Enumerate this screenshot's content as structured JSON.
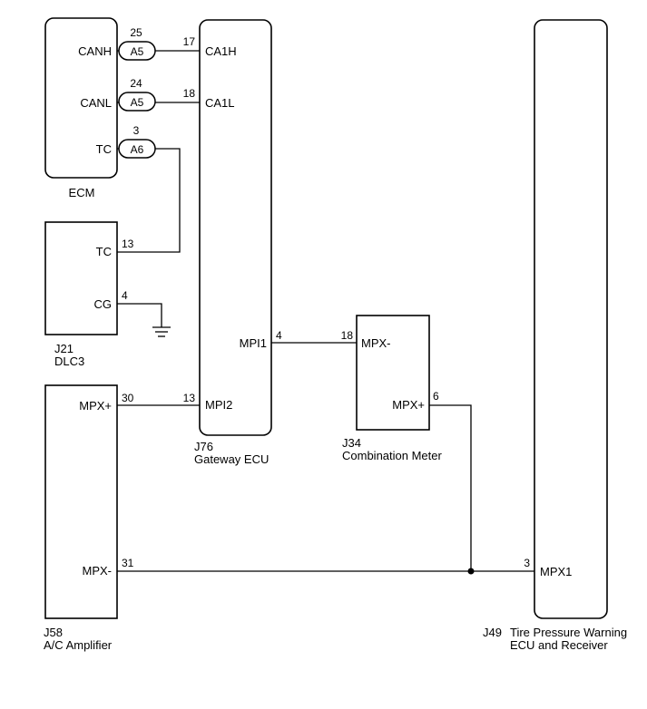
{
  "ecm": {
    "name": "ECM",
    "pins": {
      "canh": "CANH",
      "canl": "CANL",
      "tc": "TC"
    },
    "connectors": {
      "canh": {
        "id": "A5",
        "pin": "25"
      },
      "canl": {
        "id": "A5",
        "pin": "24"
      },
      "tc": {
        "id": "A6",
        "pin": "3"
      }
    }
  },
  "gateway": {
    "code": "J76",
    "name": "Gateway ECU",
    "pins": {
      "ca1h": {
        "label": "CA1H",
        "num": "17"
      },
      "ca1l": {
        "label": "CA1L",
        "num": "18"
      },
      "mpi1": {
        "label": "MPI1",
        "num": "4"
      },
      "mpi2": {
        "label": "MPI2",
        "num": "13"
      }
    }
  },
  "dlc3": {
    "code": "J21",
    "name": "DLC3",
    "pins": {
      "tc": {
        "label": "TC",
        "num": "13"
      },
      "cg": {
        "label": "CG",
        "num": "4"
      }
    }
  },
  "meter": {
    "code": "J34",
    "name": "Combination Meter",
    "pins": {
      "mpx_minus": {
        "label": "MPX-",
        "num": "18"
      },
      "mpx_plus": {
        "label": "MPX+",
        "num": "6"
      }
    }
  },
  "ac": {
    "code": "J58",
    "name": "A/C Amplifier",
    "pins": {
      "mpx_plus": {
        "label": "MPX+",
        "num": "30"
      },
      "mpx_minus": {
        "label": "MPX-",
        "num": "31"
      }
    }
  },
  "tpws": {
    "code": "J49",
    "name_line1": "Tire Pressure Warning",
    "name_line2": "ECU and Receiver",
    "pins": {
      "mpx1": {
        "label": "MPX1",
        "num": "3"
      }
    }
  }
}
